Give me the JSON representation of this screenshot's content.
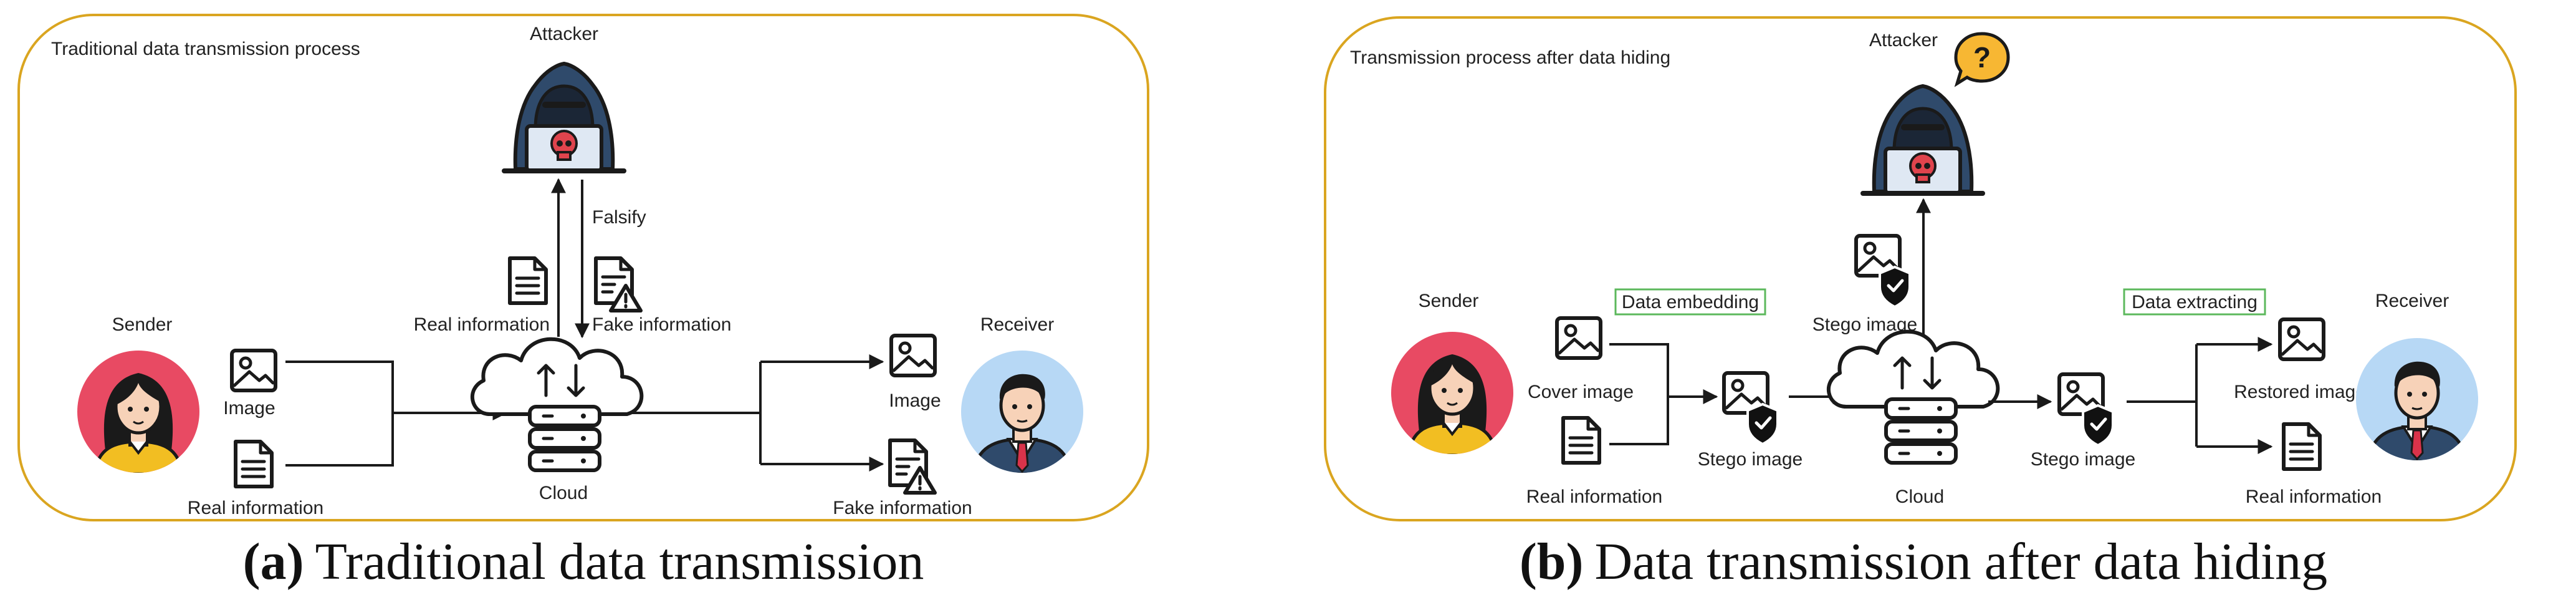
{
  "colors": {
    "panel_border": "#DAA520",
    "label_box": "#5CB85C",
    "hood": "#2F4A6B",
    "hood_dark": "#223A57",
    "skull": "#E0444D",
    "sender_bg": "#E84A63",
    "sender_shirt": "#F2BE22",
    "receiver_bg": "#B7D8F5",
    "receiver_suit": "#2F4A6B",
    "tie": "#D9334A",
    "question_badge": "#F7B733",
    "shield": "#111111"
  },
  "panel_a": {
    "title": "Traditional data transmission process",
    "attacker": "Attacker",
    "falsify": "Falsify",
    "real_information_up": "Real information",
    "fake_information_down": "Fake information",
    "sender": "Sender",
    "receiver": "Receiver",
    "image_in": "Image",
    "real_information_in": "Real information",
    "cloud": "Cloud",
    "image_out": "Image",
    "fake_information_out": "Fake information"
  },
  "panel_b": {
    "title": "Transmission process after data hiding",
    "attacker": "Attacker",
    "question_mark": "?",
    "sender": "Sender",
    "receiver": "Receiver",
    "data_embedding": "Data embedding",
    "data_extracting": "Data extracting",
    "cover_image": "Cover image",
    "real_information_in": "Real information",
    "stego_image_left": "Stego image",
    "stego_image_top": "Stego image",
    "cloud": "Cloud",
    "stego_image_right": "Stego image",
    "restored_image": "Restored image",
    "real_information_out": "Real information"
  },
  "captions": {
    "a_letter": "(a)",
    "a_text": "Traditional data transmission",
    "b_letter": "(b)",
    "b_text": "Data transmission after data hiding"
  },
  "icons": [
    "hooded-attacker-icon",
    "skull-icon",
    "document-icon",
    "fake-document-icon",
    "image-icon",
    "stego-image-icon",
    "shield-check-icon",
    "cloud-server-icon",
    "question-badge-icon",
    "woman-avatar-icon",
    "man-avatar-icon"
  ]
}
